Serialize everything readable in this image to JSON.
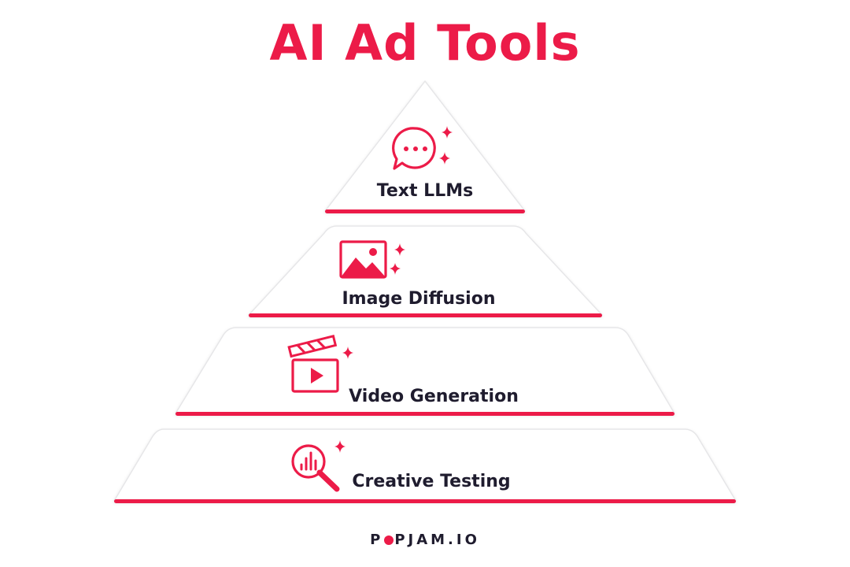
{
  "title": "AI Ad Tools",
  "accent_color": "#ec1b48",
  "text_color": "#1f1c2e",
  "tiers": [
    {
      "label": "Text LLMs",
      "icon": "chat-bubble-sparkle-icon"
    },
    {
      "label": "Image Diffusion",
      "icon": "image-sparkle-icon"
    },
    {
      "label": "Video Generation",
      "icon": "clapperboard-play-sparkle-icon"
    },
    {
      "label": "Creative Testing",
      "icon": "magnifier-chart-sparkle-icon"
    }
  ],
  "brand": {
    "before": "P",
    "after": "PJAM.IO",
    "full": "POPJAM.IO"
  }
}
